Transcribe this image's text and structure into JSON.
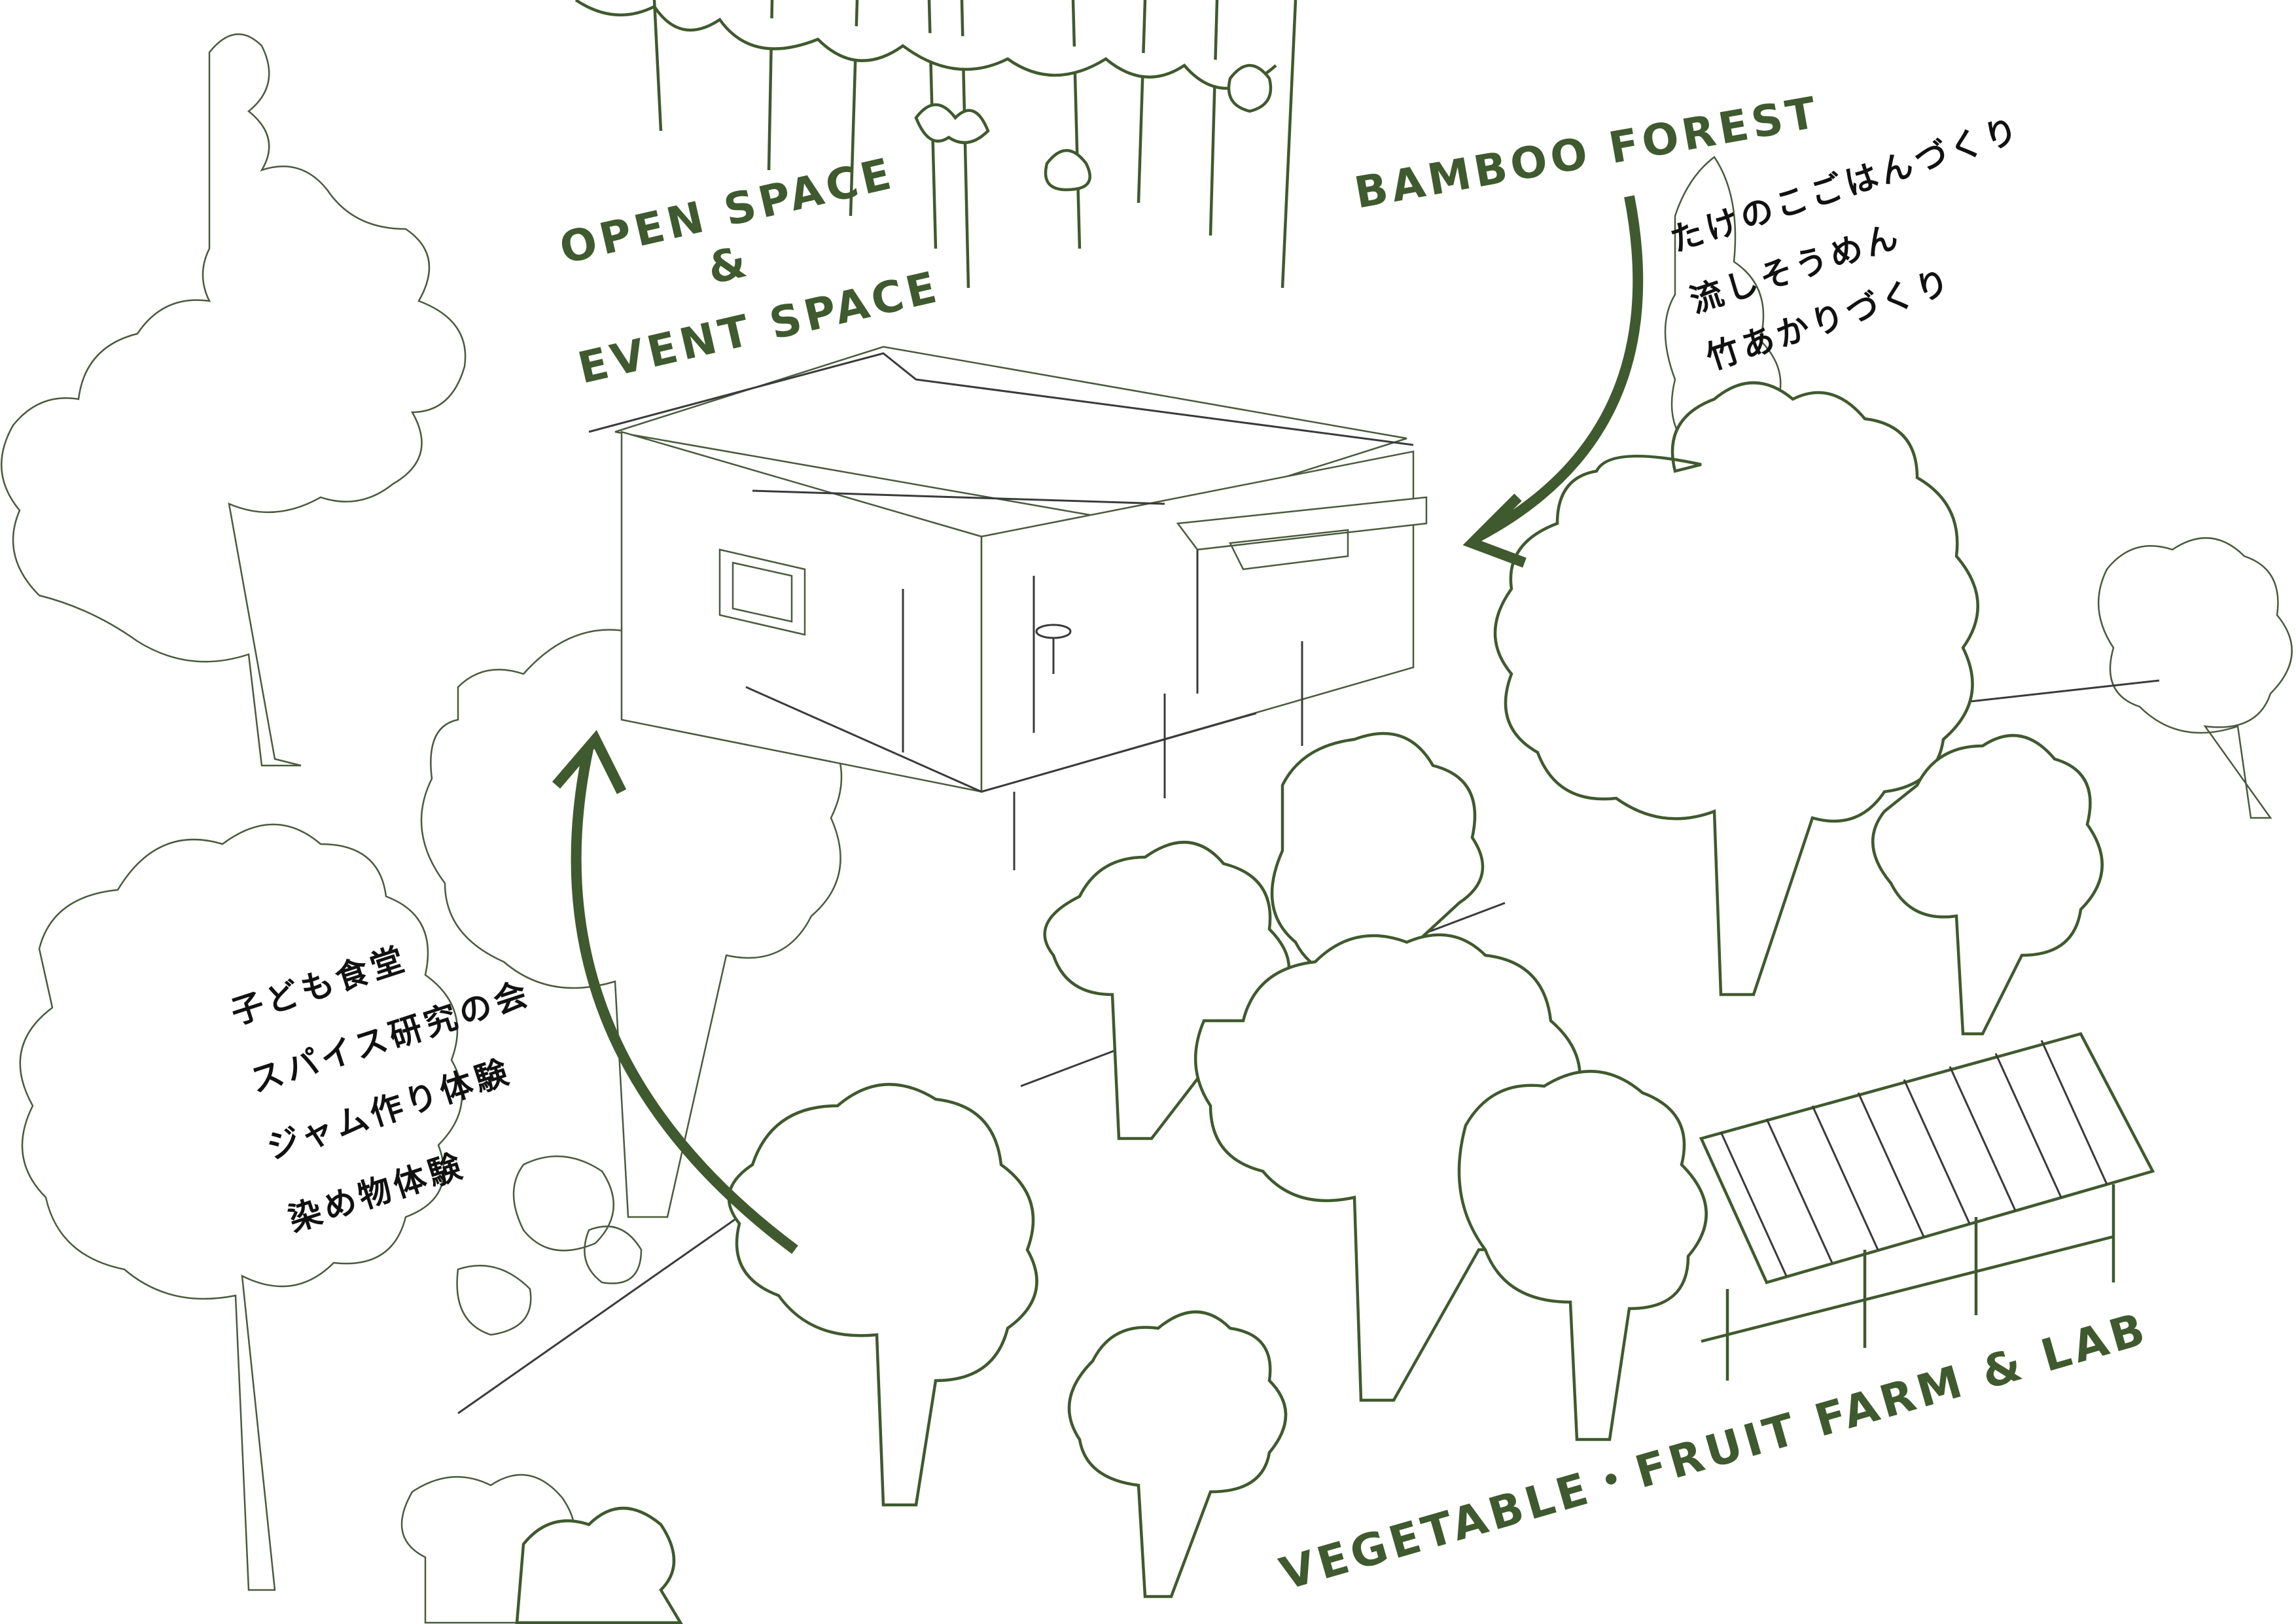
{
  "colors": {
    "accent": "#3f5a2e",
    "text": "#111111",
    "background": "#ffffff"
  },
  "zones": {
    "open_space": {
      "line1": "OPEN SPACE",
      "line2": "&",
      "line3": "EVENT SPACE"
    },
    "bamboo_forest": {
      "title": "BAMBOO FOREST",
      "activities": [
        "たけのこごはんづくり",
        "流しそうめん",
        "竹あかりづくり"
      ]
    },
    "community": {
      "activities": [
        "子ども食堂",
        "スパイス研究の会",
        "ジャム作り体験",
        "染め物体験"
      ]
    },
    "farm": {
      "title": "VEGETABLE・FRUIT FARM & LAB"
    }
  }
}
